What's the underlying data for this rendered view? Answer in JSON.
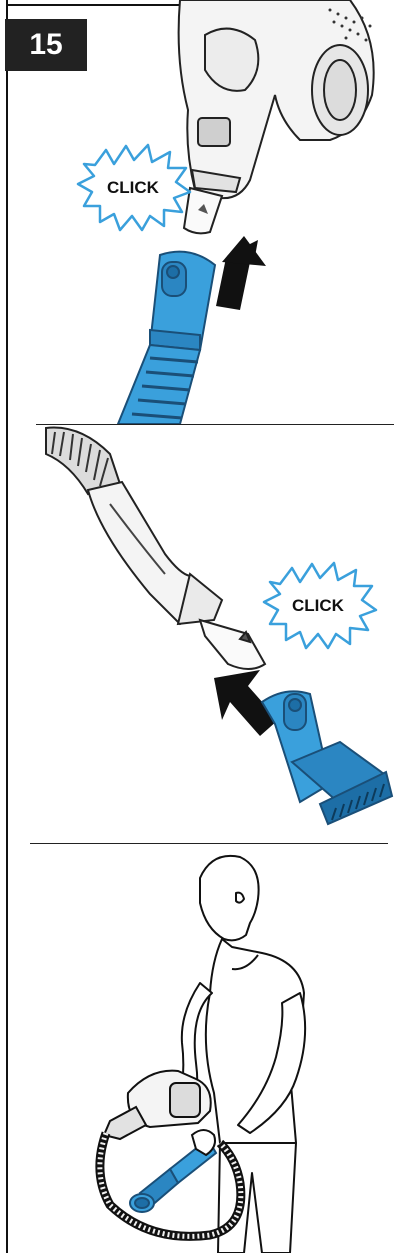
{
  "step": {
    "number": "15"
  },
  "panels": [
    {
      "callout": "CLICK",
      "colors": {
        "accent": "#3aa0dc",
        "accent_dark": "#1f6fa6",
        "arrow": "#111111"
      }
    },
    {
      "callout": "CLICK"
    },
    {
      "callout": ""
    }
  ]
}
